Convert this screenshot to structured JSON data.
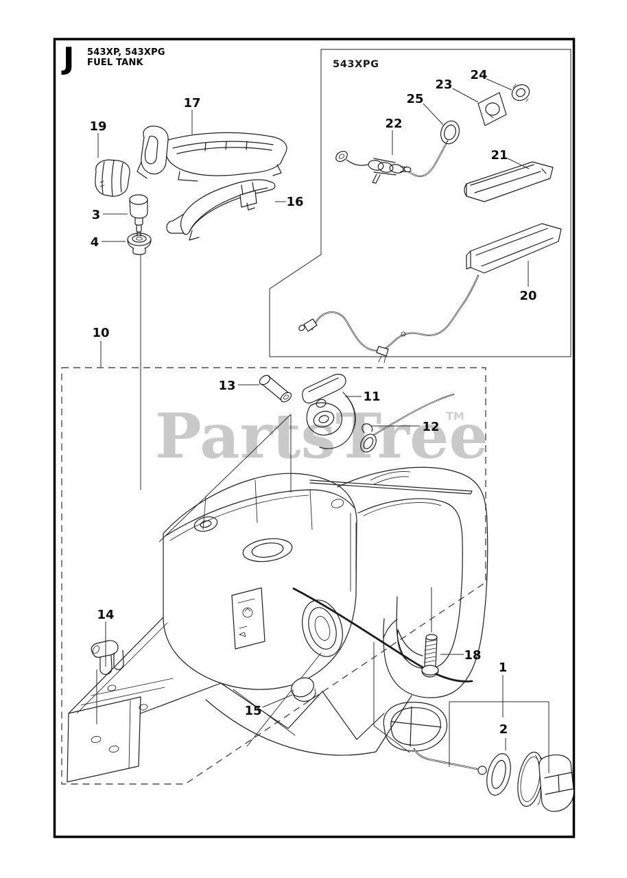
{
  "header": {
    "section_letter": "J",
    "model": "543XP, 543XPG",
    "diagram_title": "FUEL TANK"
  },
  "inset": {
    "title": "543XPG"
  },
  "watermark": {
    "brand": "PartsTree",
    "trademark": "TM"
  },
  "callouts": {
    "c1": "1",
    "c2": "2",
    "c3": "3",
    "c4": "4",
    "c10": "10",
    "c11": "11",
    "c12": "12",
    "c13": "13",
    "c14": "14",
    "c15": "15",
    "c16": "16",
    "c17": "17",
    "c18": "18",
    "c19": "19",
    "c20": "20",
    "c21": "21",
    "c22": "22",
    "c23": "23",
    "c24": "24",
    "c25": "25"
  },
  "colors": {
    "line": "#1c1c1c",
    "frame": "#000000",
    "watermark": "#c9c9c9",
    "boundary": "#4a4a4a"
  }
}
